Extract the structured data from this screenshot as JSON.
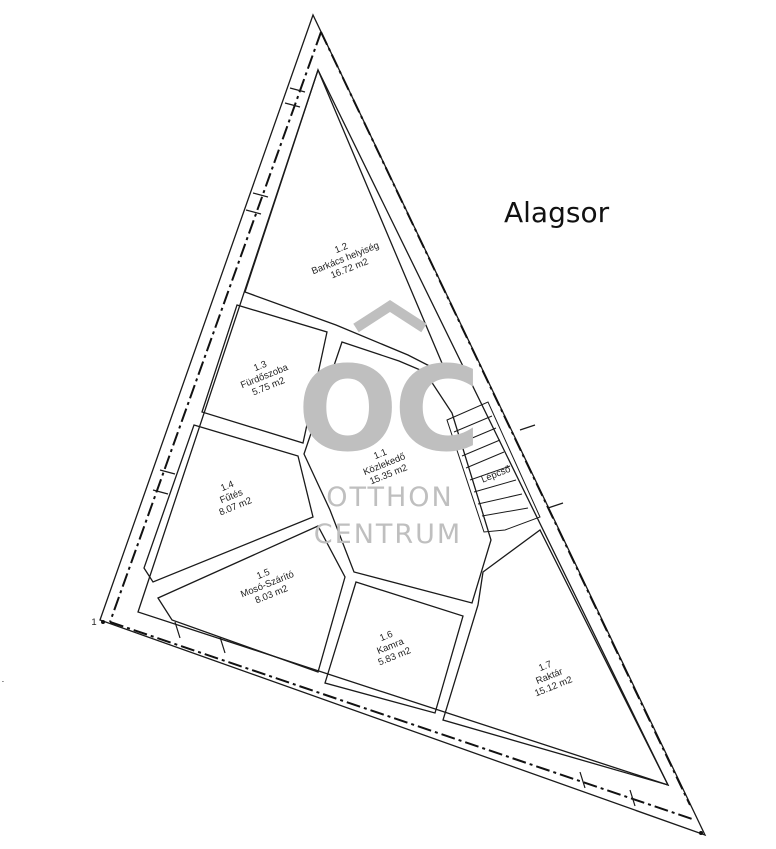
{
  "plan": {
    "title": "Alagsor",
    "rooms": [
      {
        "id": "r12",
        "number": "1.2",
        "name": "Barkács helyiség",
        "area": "16.72 m2"
      },
      {
        "id": "r13",
        "number": "1.3",
        "name": "Fürdőszoba",
        "area": "5.75 m2"
      },
      {
        "id": "r11",
        "number": "1.1",
        "name": "Közlekedő",
        "area": "15.35 m2"
      },
      {
        "id": "r14",
        "number": "1.4",
        "name": "Fűtés",
        "area": "8.07 m2"
      },
      {
        "id": "r15",
        "number": "1.5",
        "name": "Mosó-Szárító",
        "area": "8.03 m2"
      },
      {
        "id": "r16",
        "number": "1.6",
        "name": "Kamra",
        "area": "5.83 m2"
      },
      {
        "id": "r17",
        "number": "1.7",
        "name": "Raktár",
        "area": "15.12 m2"
      }
    ],
    "stair_label": "Lépcső",
    "corner_marks": [
      "1",
      "·"
    ]
  },
  "watermark": {
    "logo": "OC",
    "line1": "OTTHON",
    "line2": "CENTRUM",
    "color": "#bfbfbf"
  }
}
